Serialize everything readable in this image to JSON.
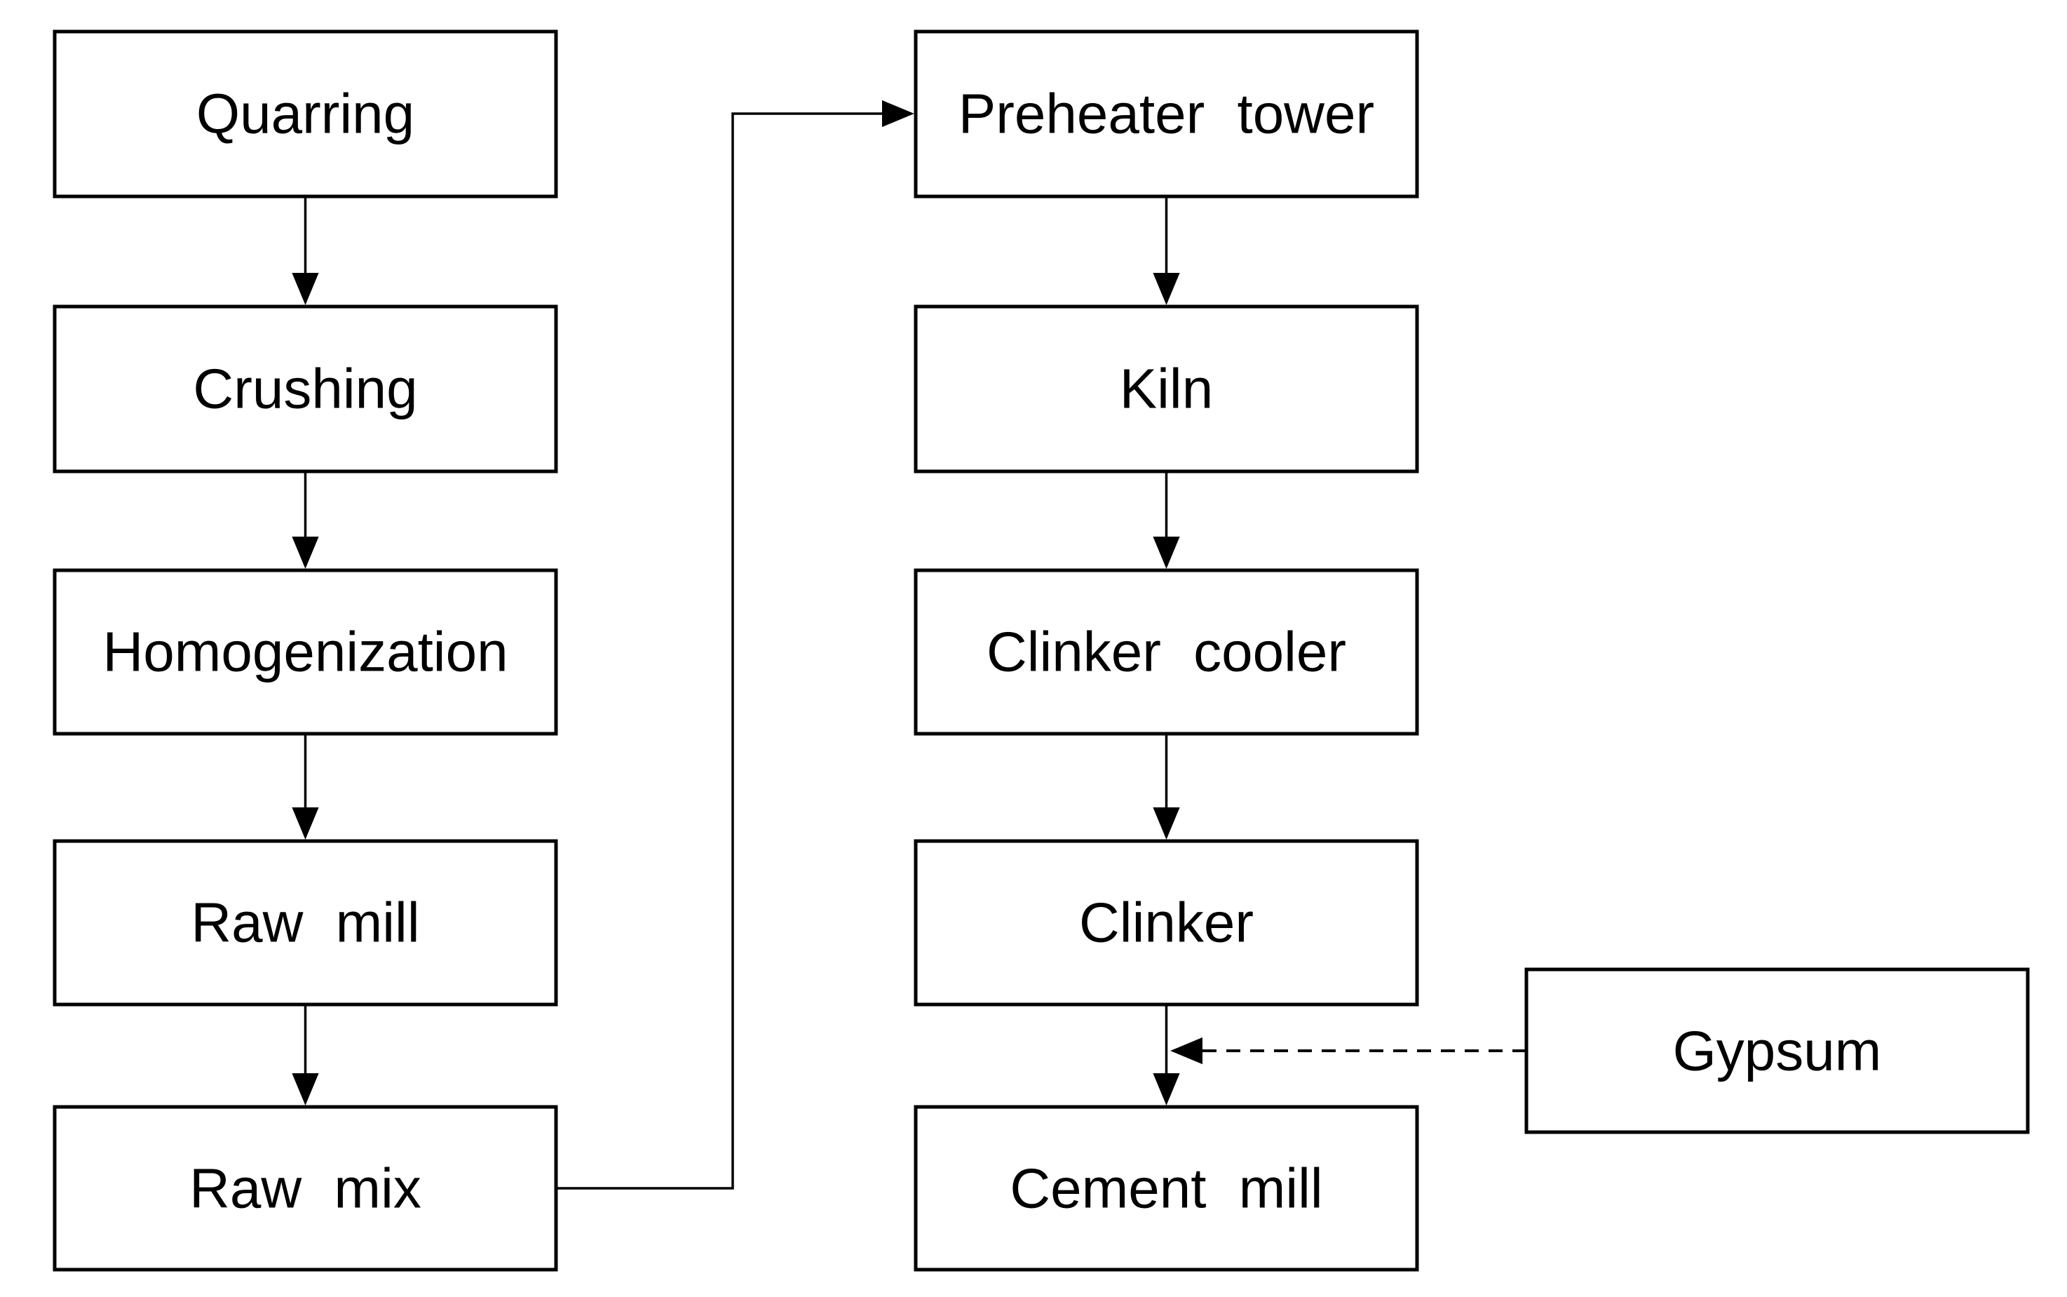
{
  "diagram": {
    "type": "flowchart",
    "background_color": "#ffffff",
    "box_fill": "#ffffff",
    "box_border_color": "#000000",
    "text_color": "#000000",
    "line_color": "#000000",
    "nodes": {
      "quarring": {
        "label": "Quarring"
      },
      "crushing": {
        "label": "Crushing"
      },
      "homogenization": {
        "label": "Homogenization"
      },
      "raw_mill": {
        "label": "Raw mill"
      },
      "raw_mix": {
        "label": "Raw mix"
      },
      "preheater_tower": {
        "label": "Preheater tower"
      },
      "kiln": {
        "label": "Kiln"
      },
      "clinker_cooler": {
        "label": "Clinker cooler"
      },
      "clinker": {
        "label": "Clinker"
      },
      "cement_mill": {
        "label": "Cement mill"
      },
      "gypsum": {
        "label": "Gypsum"
      }
    },
    "edges": [
      {
        "from": "quarring",
        "to": "crushing",
        "style": "solid-arrow"
      },
      {
        "from": "crushing",
        "to": "homogenization",
        "style": "solid-arrow"
      },
      {
        "from": "homogenization",
        "to": "raw_mill",
        "style": "solid-arrow"
      },
      {
        "from": "raw_mill",
        "to": "raw_mix",
        "style": "solid-arrow"
      },
      {
        "from": "raw_mix",
        "to": "preheater_tower",
        "style": "solid-arrow-elbow"
      },
      {
        "from": "preheater_tower",
        "to": "kiln",
        "style": "solid-arrow"
      },
      {
        "from": "kiln",
        "to": "clinker_cooler",
        "style": "solid-arrow"
      },
      {
        "from": "clinker_cooler",
        "to": "clinker",
        "style": "solid-arrow"
      },
      {
        "from": "clinker",
        "to": "cement_mill",
        "style": "solid-arrow"
      },
      {
        "from": "gypsum",
        "to": "cement_mill",
        "style": "dashed-arrow"
      }
    ]
  }
}
